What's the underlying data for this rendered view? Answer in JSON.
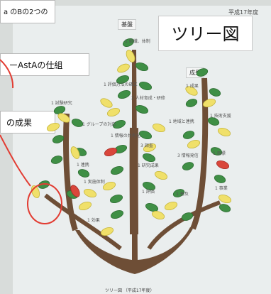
{
  "title": "ツリー図",
  "overlay_labels": {
    "first": "a  のBの2つの",
    "second": "ーAstAの仕組",
    "third": "の成果"
  },
  "header_small": "平成17年度",
  "tags": {
    "top": "基盤",
    "right": "成果"
  },
  "tree_texts": [
    "1 組織、体制",
    "1 評価方法の確立",
    "2 人材育成・研修",
    "1 試験研究",
    "1 グループの対応",
    "1 情報の共有化",
    "1 連携",
    "1 実施体制",
    "3 調査",
    "1 研究成果",
    "1 評価",
    "1 効果",
    "1 成果",
    "1 地域と連携",
    "1 技術支援",
    "3 情報発信",
    "1 目標",
    "1 普及",
    "1 事業"
  ],
  "footer": "ツリー図 （平成17年度）",
  "colors": {
    "trunk": "#6e4e36",
    "leaf_green": "#3f8f45",
    "leaf_yellow": "#f0e06a",
    "leaf_red": "#d9463b",
    "circle": "#e23c32"
  }
}
